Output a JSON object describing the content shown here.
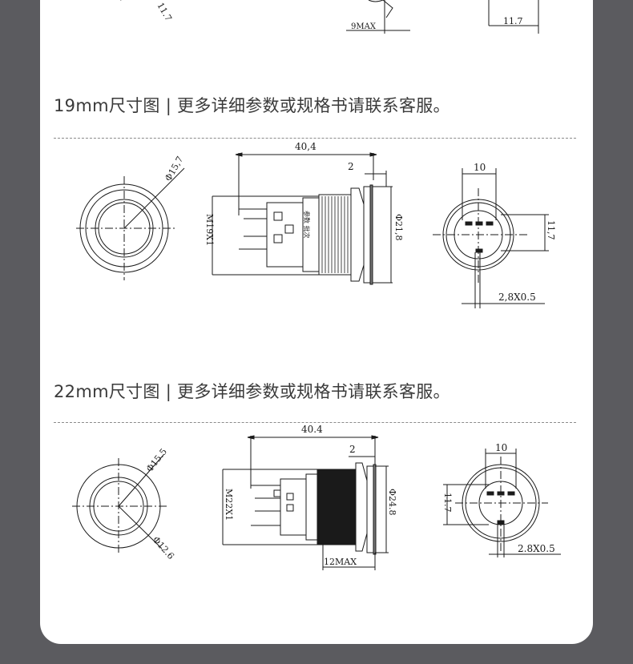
{
  "sections": {
    "top": {
      "dim_9max": "9MAX",
      "dim_11_7": "11.7",
      "dim_11_7_rot": "11.7"
    },
    "s19": {
      "heading": "19mm尺寸图 | 更多详细参数或规格书请联系客服。",
      "dim_length": "40,4",
      "dim_flange": "2",
      "dim_phi_ring": "Φ15,7",
      "dim_thread": "M19X1",
      "dim_phi_body": "Φ21,8",
      "dim_pin_span": "10",
      "dim_pin_height": "11,7",
      "dim_pin": "2,8X0.5",
      "body_mark": "参数 批次"
    },
    "s22": {
      "heading": "22mm尺寸图 | 更多详细参数或规格书请联系客服。",
      "dim_length": "40.4",
      "dim_flange": "2",
      "dim_phi_outer": "Φ15.5",
      "dim_phi_inner": "Φ12.6",
      "dim_thread": "M22X1",
      "dim_phi_body": "Φ24.8",
      "dim_12max": "12MAX",
      "dim_pin_span": "10",
      "dim_pin_height": "11.7",
      "dim_pin": "2.8X0.5"
    }
  },
  "colors": {
    "frame": "#5b5b5f",
    "card": "#ffffff",
    "line": "#1a1a1a",
    "text": "#3a3a3a"
  }
}
